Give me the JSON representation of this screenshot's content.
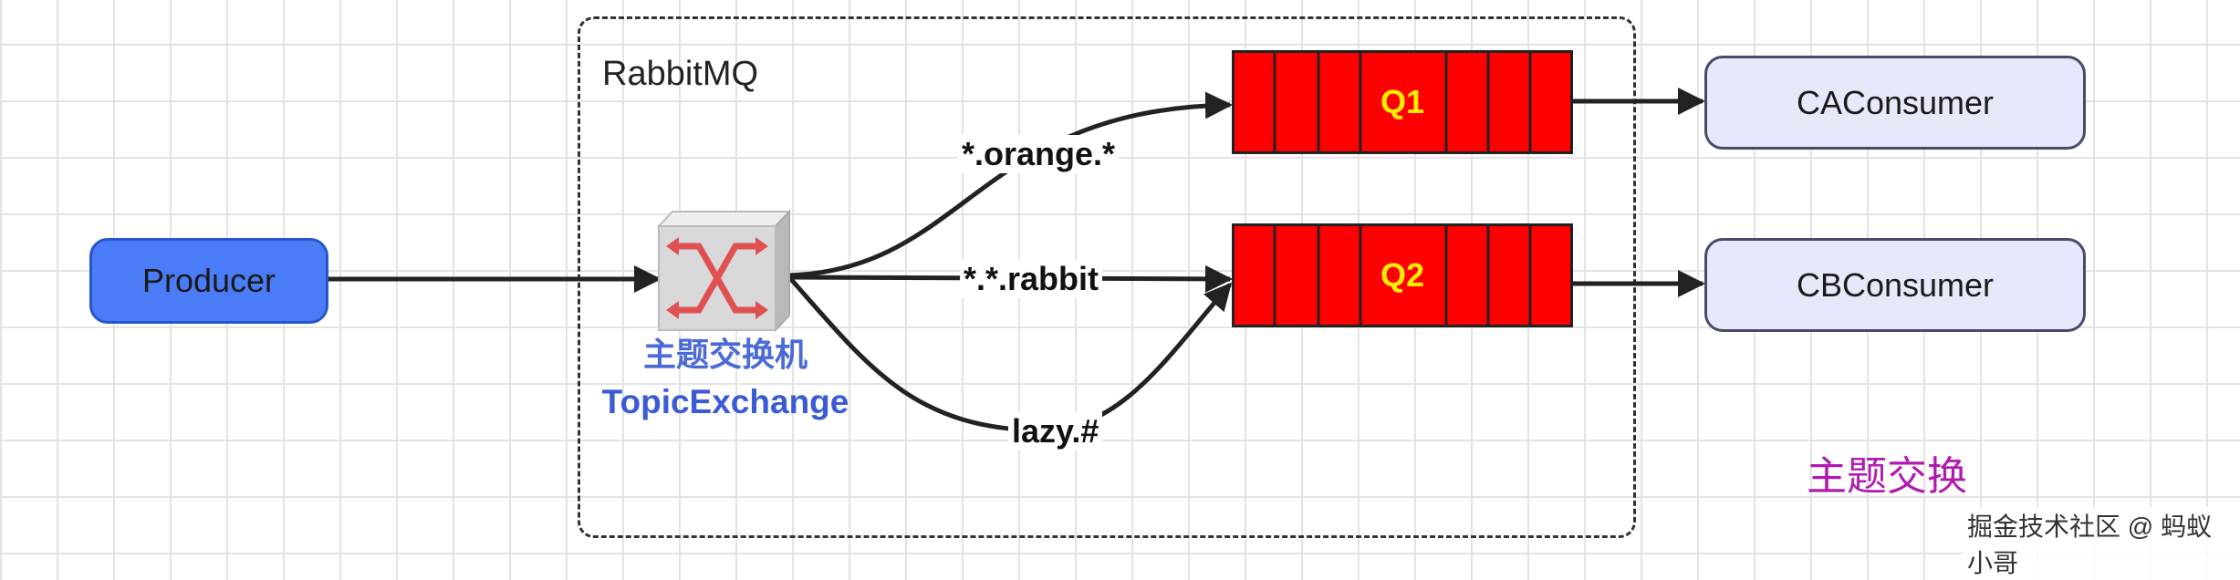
{
  "container": {
    "title": "RabbitMQ"
  },
  "producer": {
    "label": "Producer"
  },
  "exchange": {
    "label_cn": "主题交换机",
    "label_en": "TopicExchange"
  },
  "queues": [
    {
      "label": "Q1",
      "color": "#ff0000"
    },
    {
      "label": "Q2",
      "color": "#ff0000"
    }
  ],
  "bindings": [
    {
      "routing_key": "*.orange.*",
      "target": "Q1"
    },
    {
      "routing_key": "*.*.rabbit",
      "target": "Q2"
    },
    {
      "routing_key": "lazy.#",
      "target": "Q2"
    }
  ],
  "consumers": [
    {
      "label": "CAConsumer",
      "queue": "Q1"
    },
    {
      "label": "CBConsumer",
      "queue": "Q2"
    }
  ],
  "caption": "主题交换",
  "watermark": "掘金技术社区 @ 蚂蚁小哥"
}
